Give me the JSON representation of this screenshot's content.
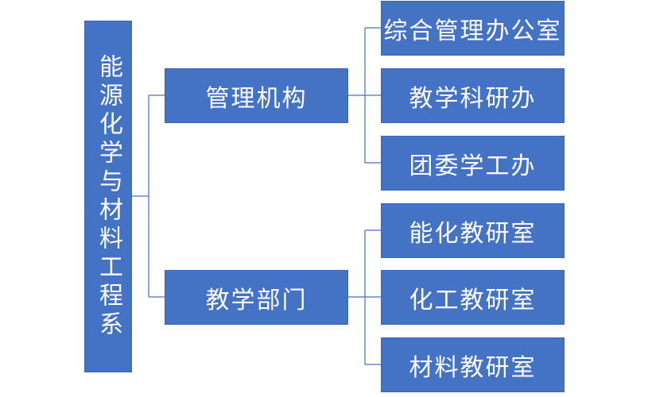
{
  "colors": {
    "box_fill": "#4472c4",
    "connector": "#4472c4",
    "text": "#ffffff",
    "background": "#ffffff"
  },
  "root": {
    "label": "能源化学与材料工程系"
  },
  "branches": [
    {
      "label": "管理机构",
      "children": [
        "综合管理办公室",
        "教学科研办",
        "团委学工办"
      ]
    },
    {
      "label": "教学部门",
      "children": [
        "能化教研室",
        "化工教研室",
        "材料教研室"
      ]
    }
  ]
}
